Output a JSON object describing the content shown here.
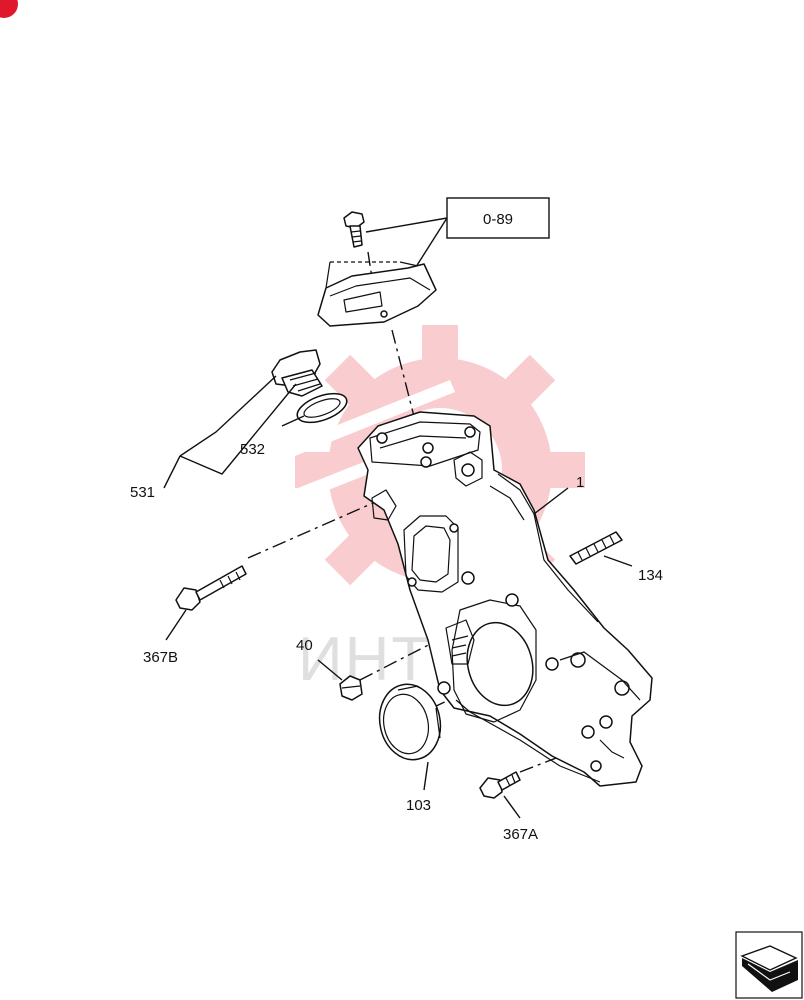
{
  "callouts": {
    "ref_box": "0-89",
    "part_1": "1",
    "part_40": "40",
    "part_103": "103",
    "part_134": "134",
    "part_367a": "367A",
    "part_367b": "367B",
    "part_531": "531",
    "part_532": "532"
  },
  "watermark": {
    "text": "ИНТЕХ",
    "color": "#f5a3a8"
  },
  "corner_badge_color": "#e0182b",
  "nav": {
    "icon": "page-arrow-icon"
  }
}
